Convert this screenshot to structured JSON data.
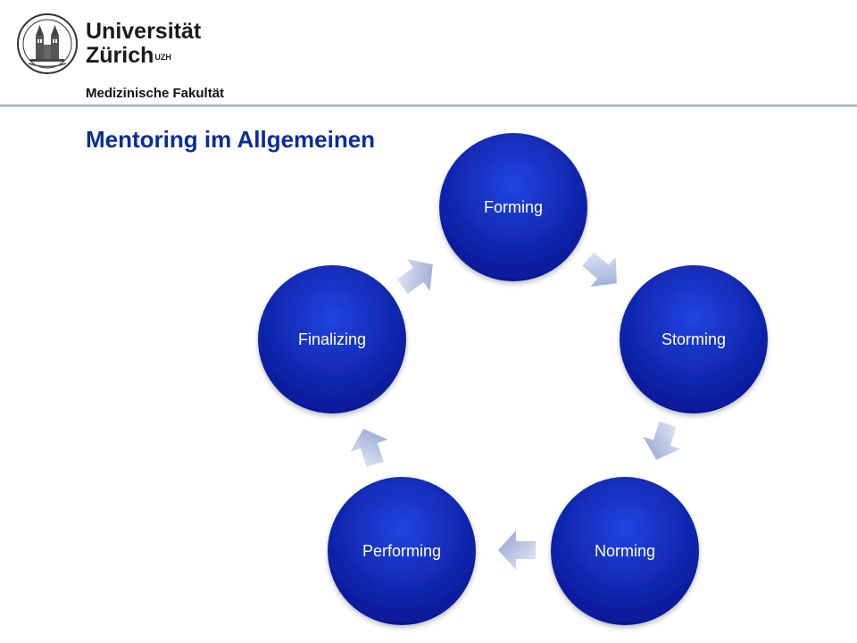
{
  "header": {
    "logo": {
      "line1": "Universität",
      "line2": "Zürich",
      "sup": "UZH"
    },
    "faculty": "Medizinische Fakultät"
  },
  "slide": {
    "title": "Mentoring im Allgemeinen"
  },
  "cycle": {
    "stages": [
      {
        "label": "Forming"
      },
      {
        "label": "Storming"
      },
      {
        "label": "Norming"
      },
      {
        "label": "Performing"
      },
      {
        "label": "Finalizing"
      }
    ],
    "colors": {
      "circle_light": "#2244e0",
      "circle_dark": "#061896",
      "arrow_light": "#e8edf7",
      "arrow_dark": "#8e9fd0"
    }
  }
}
